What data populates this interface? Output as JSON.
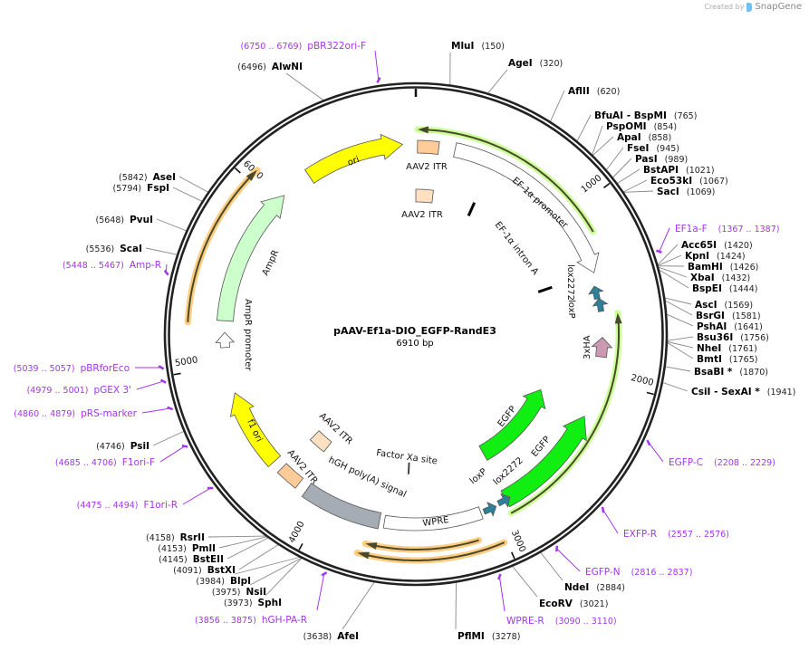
{
  "watermark": {
    "created_by": "Created by",
    "brand": "SnapGene"
  },
  "plasmid": {
    "name": "pAAV-Ef1a-DIO_EGFP-RandE3",
    "length": "6910 bp"
  },
  "ticks": [
    "1000",
    "2000",
    "3000",
    "4000",
    "5000",
    "6000"
  ],
  "features": {
    "ori": "ori",
    "itr1": "AAV2 ITR",
    "itr2": "AAV2 ITR",
    "itr3": "AAV2 ITR",
    "itr4": "AAV2 ITR",
    "ef1a_promoter": "EF-1α promoter",
    "ef1a_intron": "EF-1α intron A",
    "lox2272_top": "lox2272",
    "loxp_top": "loxP",
    "ha": "3xHA",
    "egfp_inner": "EGFP",
    "egfp_outer": "EGFP",
    "lox2272_bottom": "lox2272",
    "loxp_bottom": "loxP",
    "wpre": "WPRE",
    "factor_xa": "Factor Xa site",
    "hgh_polya": "hGH poly(A) signal",
    "f1ori": "f1 ori",
    "ampr_promoter": "AmpR promoter",
    "ampr": "AmpR"
  },
  "colors": {
    "ring": "#222222",
    "primer": "#a335ee",
    "ori": "#ffff00",
    "egfp": "#11ee11",
    "ampr": "#ccffcc",
    "itr": "#ffcc99",
    "polya": "#a6acb3",
    "lox": "#2e7f99",
    "ha": "#cc99b2",
    "orange_glow": "#ffcc80",
    "green_glow": "#ccff99"
  },
  "enzymes": [
    {
      "name": "MluI",
      "pos": "(150)",
      "bp": 150
    },
    {
      "name": "AgeI",
      "pos": "(320)",
      "bp": 320
    },
    {
      "name": "AflII",
      "pos": "(620)",
      "bp": 620
    },
    {
      "name": "BfuAI  - BspMI",
      "pos": "(765)",
      "bp": 765
    },
    {
      "name": "PspOMI",
      "pos": "(854)",
      "bp": 854
    },
    {
      "name": "ApaI",
      "pos": "(858)",
      "bp": 858
    },
    {
      "name": "FseI",
      "pos": "(945)",
      "bp": 945
    },
    {
      "name": "PasI",
      "pos": "(989)",
      "bp": 989
    },
    {
      "name": "BstAPI",
      "pos": "(1021)",
      "bp": 1021
    },
    {
      "name": "Eco53kI",
      "pos": "(1067)",
      "bp": 1067
    },
    {
      "name": "SacI",
      "pos": "(1069)",
      "bp": 1069
    },
    {
      "name": "Acc65I",
      "pos": "(1420)",
      "bp": 1420
    },
    {
      "name": "KpnI",
      "pos": "(1424)",
      "bp": 1424
    },
    {
      "name": "BamHI",
      "pos": "(1426)",
      "bp": 1426
    },
    {
      "name": "XbaI",
      "pos": "(1432)",
      "bp": 1432
    },
    {
      "name": "BspEI",
      "pos": "(1444)",
      "bp": 1444
    },
    {
      "name": "AscI",
      "pos": "(1569)",
      "bp": 1569
    },
    {
      "name": "BsrGI",
      "pos": "(1581)",
      "bp": 1581
    },
    {
      "name": "PshAI",
      "pos": "(1641)",
      "bp": 1641
    },
    {
      "name": "Bsu36I",
      "pos": "(1756)",
      "bp": 1756
    },
    {
      "name": "NheI",
      "pos": "(1761)",
      "bp": 1761
    },
    {
      "name": "BmtI",
      "pos": "(1765)",
      "bp": 1765
    },
    {
      "name": "BsaBI *",
      "pos": "(1870)",
      "bp": 1870
    },
    {
      "name": "CsiI  - SexAI *",
      "pos": "(1941)",
      "bp": 1941
    },
    {
      "name": "NdeI",
      "pos": "(2884)",
      "bp": 2884
    },
    {
      "name": "EcoRV",
      "pos": "(3021)",
      "bp": 3021
    },
    {
      "name": "PflMI",
      "pos": "(3278)",
      "bp": 3278
    },
    {
      "name": "AlwNI",
      "pos": "(6496)",
      "bp": 6496
    },
    {
      "name": "AseI",
      "pos": "(5842)",
      "bp": 5842
    },
    {
      "name": "FspI",
      "pos": "(5794)",
      "bp": 5794
    },
    {
      "name": "PvuI",
      "pos": "(5648)",
      "bp": 5648
    },
    {
      "name": "ScaI",
      "pos": "(5536)",
      "bp": 5536
    },
    {
      "name": "PsiI",
      "pos": "(4746)",
      "bp": 4746
    },
    {
      "name": "RsrII",
      "pos": "(4158)",
      "bp": 4158
    },
    {
      "name": "PmlI",
      "pos": "(4153)",
      "bp": 4153
    },
    {
      "name": "BstEII",
      "pos": "(4145)",
      "bp": 4145
    },
    {
      "name": "BstXI",
      "pos": "(4091)",
      "bp": 4091
    },
    {
      "name": "BlpI",
      "pos": "(3984)",
      "bp": 3984
    },
    {
      "name": "NsiI",
      "pos": "(3975)",
      "bp": 3975
    },
    {
      "name": "SphI",
      "pos": "(3973)",
      "bp": 3973
    },
    {
      "name": "AfeI",
      "pos": "(3638)",
      "bp": 3638
    }
  ],
  "primers": [
    {
      "name": "pBR322ori-F",
      "range": "(6750 .. 6769)",
      "bp": 6750
    },
    {
      "name": "Amp-R",
      "range": "(5448 .. 5467)",
      "bp": 5448
    },
    {
      "name": "pBRforEco",
      "range": "(5039 .. 5057)",
      "bp": 5039
    },
    {
      "name": "pGEX 3'",
      "range": "(4979 .. 5001)",
      "bp": 4979
    },
    {
      "name": "pRS-marker",
      "range": "(4860 .. 4879)",
      "bp": 4860
    },
    {
      "name": "F1ori-F",
      "range": "(4685 .. 4706)",
      "bp": 4685
    },
    {
      "name": "F1ori-R",
      "range": "(4475 .. 4494)",
      "bp": 4475
    },
    {
      "name": "hGH-PA-R",
      "range": "(3856 .. 3875)",
      "bp": 3856
    },
    {
      "name": "EF1a-F",
      "range": "(1367 .. 1387)",
      "bp": 1367
    },
    {
      "name": "EGFP-C",
      "range": "(2208 .. 2229)",
      "bp": 2208
    },
    {
      "name": "EXFP-R",
      "range": "(2557 .. 2576)",
      "bp": 2557
    },
    {
      "name": "EGFP-N",
      "range": "(2816 .. 2837)",
      "bp": 2816
    },
    {
      "name": "WPRE-R",
      "range": "(3090 .. 3110)",
      "bp": 3090
    }
  ]
}
